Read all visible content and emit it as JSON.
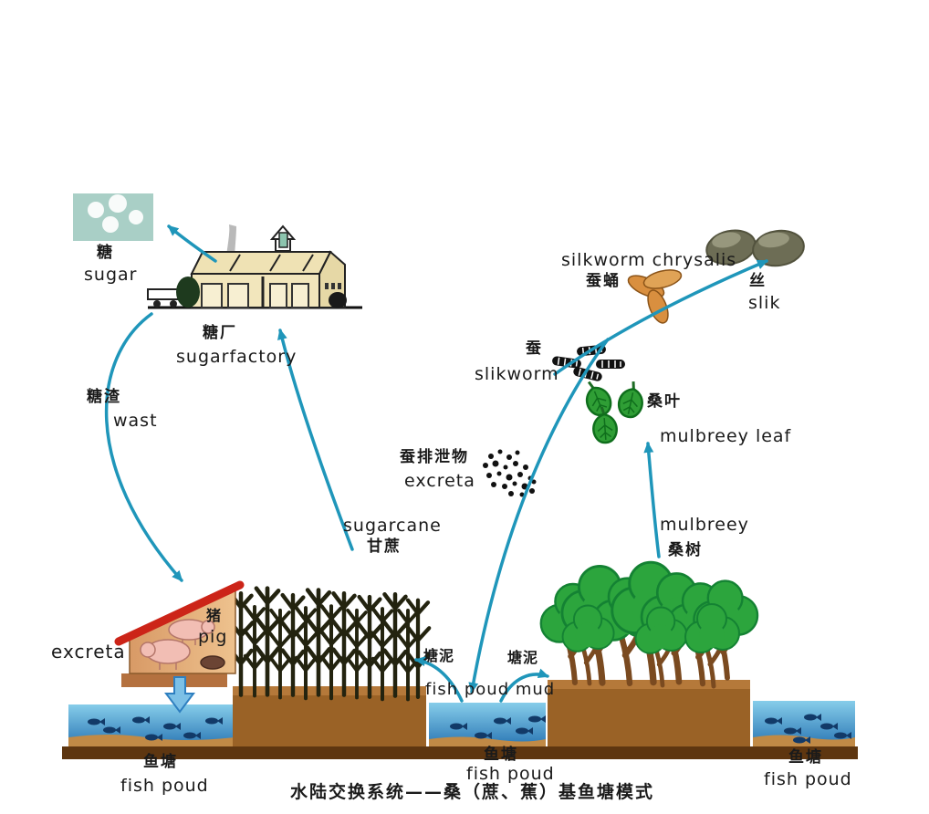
{
  "caption": "水陆交换系统——桑（蔗、蕉）基鱼塘模式",
  "nodes": {
    "sugar": {
      "zh": "糖",
      "en": "sugar"
    },
    "sugar_factory": {
      "zh": "糖厂",
      "en": "sugarfactory"
    },
    "waste": {
      "zh": "糖渣",
      "en": "wast"
    },
    "silkworm_chrysalis": {
      "en": "silkworm chrysalis",
      "zh": "蚕蛹"
    },
    "silk": {
      "zh": "丝",
      "en": "slik"
    },
    "silkworm": {
      "zh": "蚕",
      "en": "slikworm"
    },
    "mulberry_leaf": {
      "zh": "桑叶",
      "en": "mulbreey leaf"
    },
    "silkworm_excreta": {
      "zh": "蚕排泄物",
      "en": "excreta"
    },
    "sugarcane": {
      "en": "sugarcane",
      "zh": "甘蔗"
    },
    "mulberry_tree": {
      "en": "mulbreey",
      "zh": "桑树"
    },
    "pig": {
      "zh": "猪",
      "en": "pig"
    },
    "pig_excreta": {
      "en": "excreta"
    },
    "pond_mud": {
      "zh": "塘泥",
      "en": "fish poud mud"
    },
    "fish_pond": {
      "zh": "鱼塘",
      "en": "fish poud"
    }
  },
  "colors": {
    "arrow_teal": "#1f96ba",
    "water_top": "#86cdea",
    "water_bottom": "#2a76b4",
    "dike_brown": "#9a6226",
    "base_brown": "#5e3610",
    "tree_green": "#2ca53d",
    "roof_red": "#cc2418",
    "factory_cream": "#f2e6bc",
    "sugar_box_teal": "#a9cfc6",
    "chrysalis_orange": "#d98f3f",
    "pig_pink": "#f2beb4"
  }
}
